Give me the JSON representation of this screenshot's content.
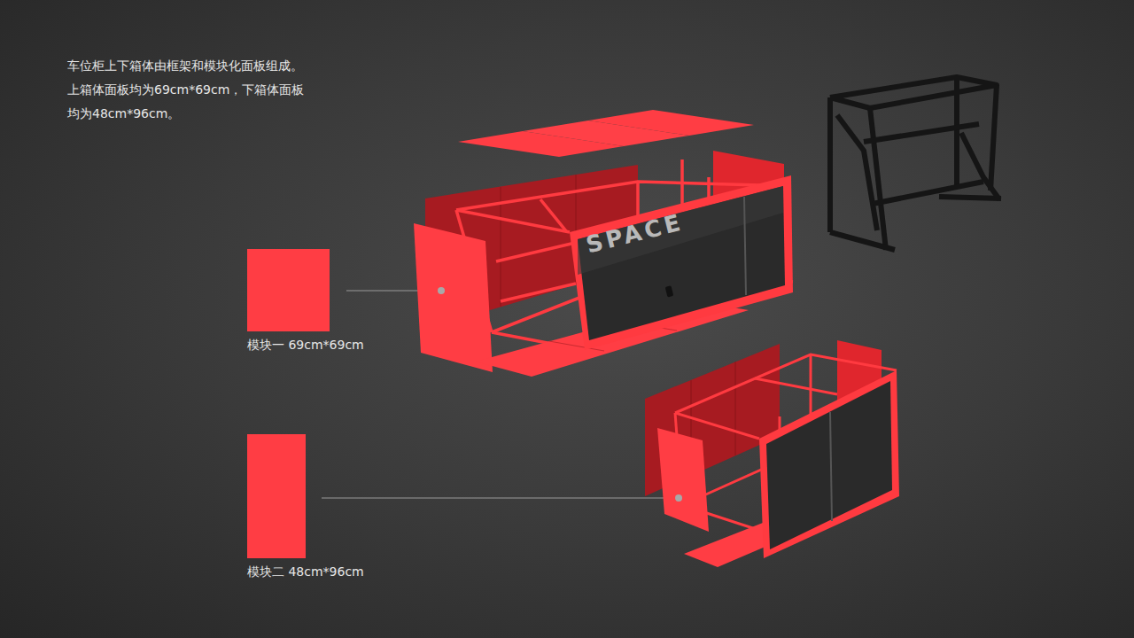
{
  "diagram": {
    "nodes": [
      {
        "text": [
          "模块一 69cm*69cm"
        ]
      },
      {
        "text": [
          "模块二 48cm*96cm"
        ]
      }
    ],
    "labels": [
      "车位柜上下箱体由框架和模块化面板组成。 上箱体面板均为69cm*69cm，下箱体面板 均为48cm*96cm。",
      "SPACE"
    ]
  }
}
